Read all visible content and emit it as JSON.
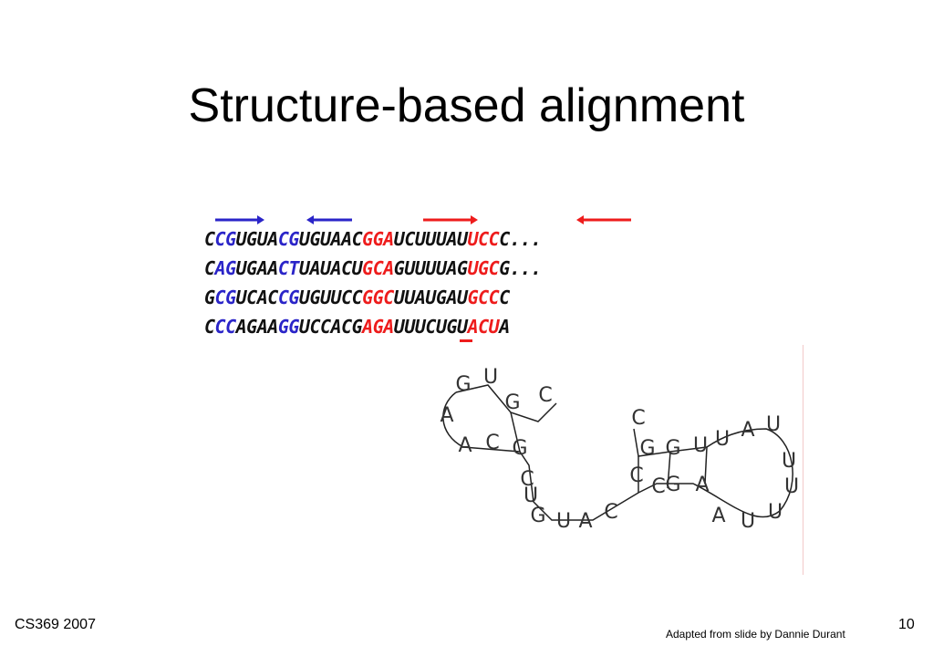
{
  "slide": {
    "title": "Structure-based alignment",
    "footer_left": "CS369 2007",
    "footer_credit": "Adapted from slide by Dannie Durant",
    "page_number": "10"
  },
  "colors": {
    "blue": "#2a24c8",
    "red": "#ee1c1c",
    "text": "#111111"
  },
  "alignment": {
    "rows": [
      [
        {
          "t": "C",
          "c": "normal"
        },
        {
          "t": "CG",
          "c": "blue"
        },
        {
          "t": "UGUA",
          "c": "normal"
        },
        {
          "t": "CG",
          "c": "blue"
        },
        {
          "t": "UGUAAC",
          "c": "normal"
        },
        {
          "t": "GGA",
          "c": "red"
        },
        {
          "t": "UCUUUAU",
          "c": "normal"
        },
        {
          "t": "UCC",
          "c": "red"
        },
        {
          "t": "C...",
          "c": "normal"
        }
      ],
      [
        {
          "t": "C",
          "c": "normal"
        },
        {
          "t": "AG",
          "c": "blue"
        },
        {
          "t": "UGAA",
          "c": "normal"
        },
        {
          "t": "CT",
          "c": "blue"
        },
        {
          "t": "UAUACU",
          "c": "normal"
        },
        {
          "t": "GCA",
          "c": "red"
        },
        {
          "t": "GUUUUAG",
          "c": "normal"
        },
        {
          "t": "UGC",
          "c": "red"
        },
        {
          "t": "G...",
          "c": "normal"
        }
      ],
      [
        {
          "t": "G",
          "c": "normal"
        },
        {
          "t": "CG",
          "c": "blue"
        },
        {
          "t": "UCAC",
          "c": "normal"
        },
        {
          "t": "CG",
          "c": "blue"
        },
        {
          "t": "UGUUCC",
          "c": "normal"
        },
        {
          "t": "GGC",
          "c": "red"
        },
        {
          "t": "UUAUGAU",
          "c": "normal"
        },
        {
          "t": "GCC",
          "c": "red"
        },
        {
          "t": "C",
          "c": "normal"
        }
      ],
      [
        {
          "t": "C",
          "c": "normal"
        },
        {
          "t": "CC",
          "c": "blue"
        },
        {
          "t": "AGAA",
          "c": "normal"
        },
        {
          "t": "GG",
          "c": "blue"
        },
        {
          "t": "UCCACG",
          "c": "normal"
        },
        {
          "t": "AGA",
          "c": "red"
        },
        {
          "t": "UUUCUGU",
          "c": "normal"
        },
        {
          "t": "ACU",
          "c": "red"
        },
        {
          "t": "A",
          "c": "normal"
        }
      ]
    ],
    "arrows": [
      {
        "name": "blue-forward-arrow",
        "dir": "right",
        "color": "blue"
      },
      {
        "name": "blue-reverse-arrow",
        "dir": "left",
        "color": "blue"
      },
      {
        "name": "red-forward-arrow",
        "dir": "right",
        "color": "red"
      },
      {
        "name": "red-reverse-arrow",
        "dir": "left",
        "color": "red"
      }
    ]
  },
  "structure": {
    "bases": [
      "G",
      "U",
      "A",
      "G",
      "C",
      "A",
      "C",
      "G",
      "C",
      "U",
      "G",
      "U",
      "A",
      "C",
      "C",
      "G",
      "G",
      "C",
      "C",
      "U",
      "U",
      "A",
      "U",
      "U",
      "U",
      "U",
      "U",
      "A",
      "G",
      "A"
    ]
  }
}
